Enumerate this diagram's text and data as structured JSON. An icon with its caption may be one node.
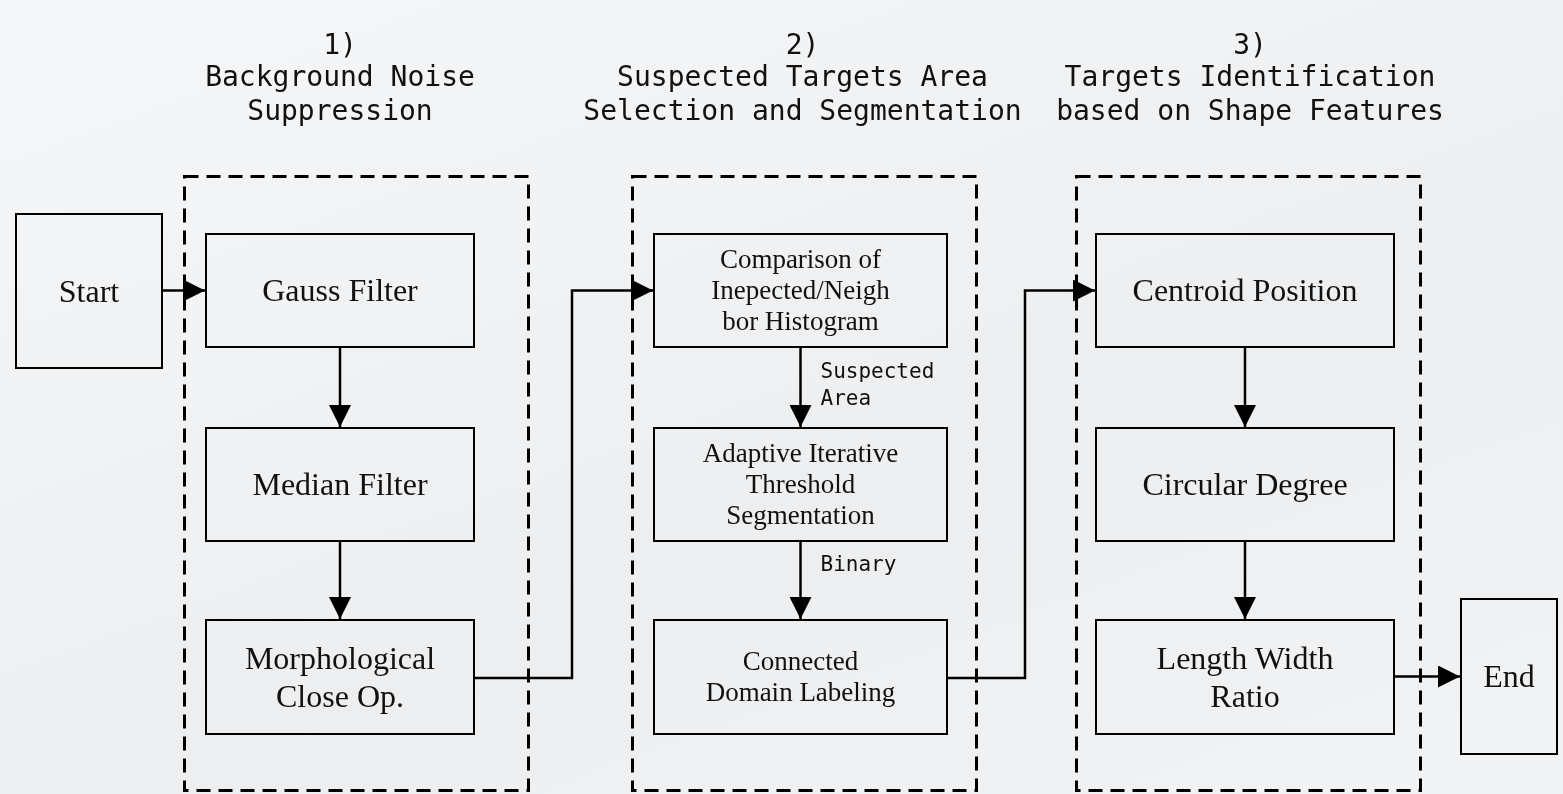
{
  "diagram": {
    "nodes": [
      {
        "text": [
          "Start"
        ]
      },
      {
        "text": [
          "1)",
          "Background Noise Suppression"
        ]
      },
      {
        "text": [
          "Gauss Filter"
        ],
        "in": 1
      },
      {
        "text": [
          "Median Filter"
        ],
        "in": 1
      },
      {
        "text": [
          "Morphological Close Op."
        ],
        "in": 1
      },
      {
        "text": [
          "2)",
          "Suspected Targets Area Selection and Segmentation"
        ]
      },
      {
        "text": [
          "Comparison of Inepected/Neigh bor Histogram"
        ],
        "in": 5
      },
      {
        "text": [
          "Adaptive Iterative Threshold Segmentation"
        ],
        "in": 5
      },
      {
        "text": [
          "Connected Domain Labeling"
        ],
        "in": 5
      },
      {
        "text": [
          "3)",
          "Targets Identification based on Shape Features"
        ]
      },
      {
        "text": [
          "Centroid Position"
        ],
        "in": 9
      },
      {
        "text": [
          "Circular Degree"
        ],
        "in": 9
      },
      {
        "text": [
          "Length Width Ratio"
        ],
        "in": 9
      },
      {
        "text": [
          "End"
        ]
      }
    ],
    "edges": [
      {
        "from": 0,
        "to": 2,
        "arrow": "to"
      },
      {
        "from": 2,
        "to": 3,
        "arrow": "to"
      },
      {
        "from": 3,
        "to": 4,
        "arrow": "to"
      },
      {
        "from": 4,
        "to": 6,
        "arrow": "to"
      },
      {
        "from": 6,
        "to": 7,
        "arrow": "to",
        "label": "Suspected Area"
      },
      {
        "from": 7,
        "to": 8,
        "arrow": "to",
        "label": "Binary"
      },
      {
        "from": 8,
        "to": 10,
        "arrow": "to"
      },
      {
        "from": 10,
        "to": 11,
        "arrow": "to"
      },
      {
        "from": 11,
        "to": 12,
        "arrow": "to"
      },
      {
        "from": 12,
        "to": 13,
        "arrow": "to"
      }
    ]
  }
}
